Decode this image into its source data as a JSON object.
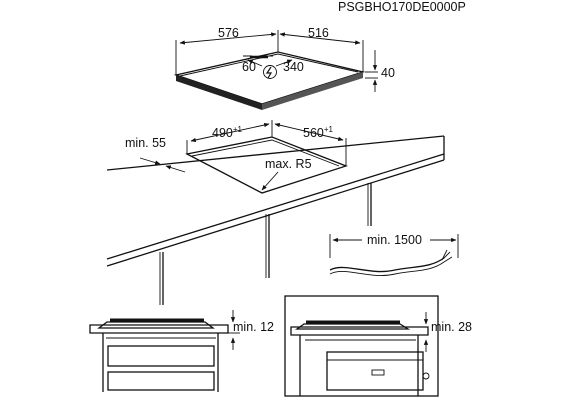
{
  "document_code": "PSGBHO170DE0000P",
  "hob": {
    "width": "576",
    "depth": "516",
    "height": "40",
    "cable_left": "60",
    "cable_right": "340",
    "power_symbol": "⚡"
  },
  "cutout": {
    "width": "490",
    "width_tol": "+1",
    "depth": "560",
    "depth_tol": "+1",
    "edge_distance": "min. 55",
    "corner_radius": "max. R5"
  },
  "cable": {
    "length": "min. 1500"
  },
  "install_left": {
    "gap": "min. 12"
  },
  "install_right": {
    "gap": "min. 28"
  },
  "icons": {
    "power": "lightning-bolt-icon"
  }
}
